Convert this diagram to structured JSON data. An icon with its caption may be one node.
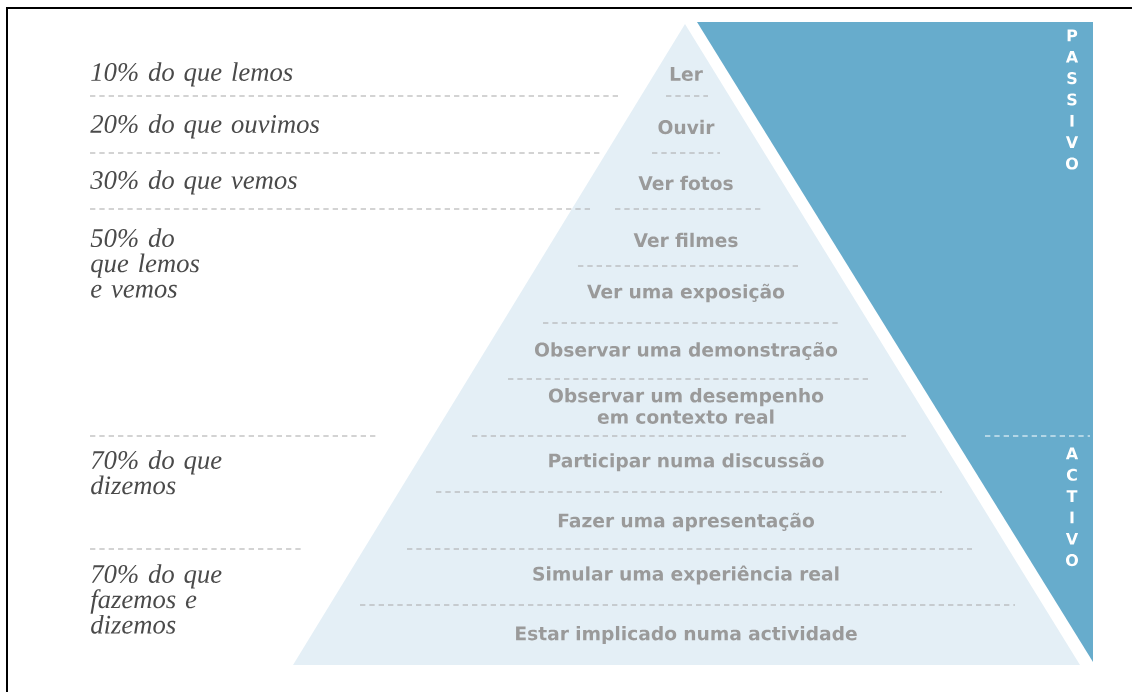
{
  "diagram": {
    "nodes": [
      {
        "text": [
          "Ler"
        ]
      },
      {
        "text": [
          "Ouvir"
        ]
      },
      {
        "text": [
          "Ver fotos"
        ]
      },
      {
        "text": [
          "Ver filmes"
        ]
      },
      {
        "text": [
          "Ver uma exposição"
        ]
      },
      {
        "text": [
          "Observar uma demonstração"
        ]
      },
      {
        "text": [
          "Observar um desempenho em contexto real"
        ]
      },
      {
        "text": [
          "Participar numa discussão"
        ]
      },
      {
        "text": [
          "Fazer uma apresentação"
        ]
      },
      {
        "text": [
          "Simular uma experiência real"
        ]
      },
      {
        "text": [
          "Estar implicado numa actividade"
        ]
      },
      {
        "text": [
          "PASSIVO"
        ]
      },
      {
        "text": [
          "ACTIVO"
        ]
      }
    ],
    "labels": [
      "10% do que lemos",
      "20% do que ouvimos",
      "30% do que vemos",
      "50% do que lemos e vemos",
      "70% do que dizemos",
      "70% do que fazemos e dizemos"
    ]
  }
}
